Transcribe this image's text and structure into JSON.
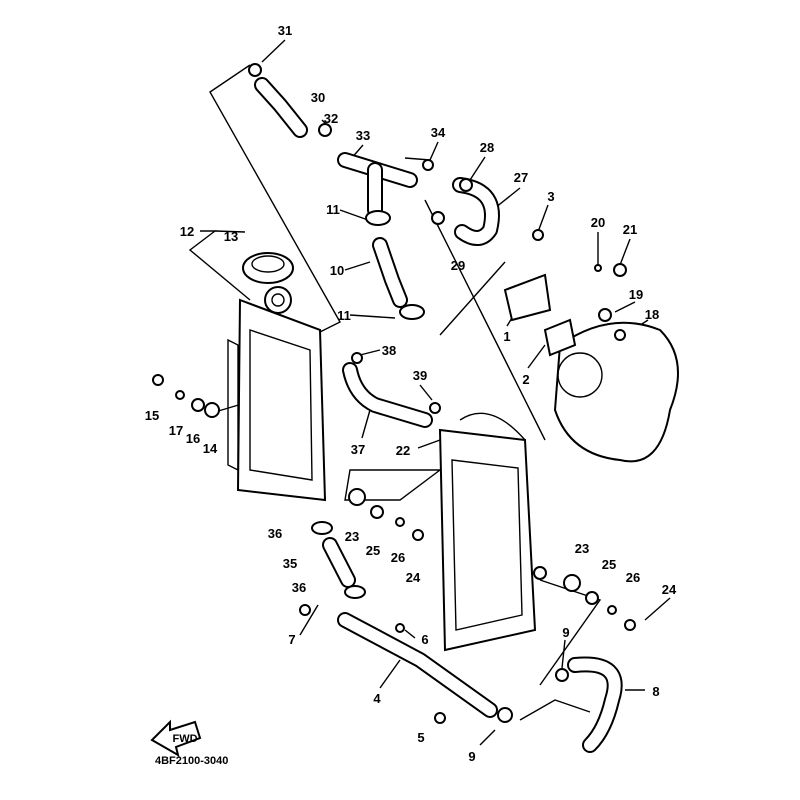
{
  "diagram": {
    "title_code": "4BF2100-3040",
    "fwd_label": "FWD",
    "callouts": [
      "31",
      "30",
      "32",
      "33",
      "34",
      "28",
      "27",
      "3",
      "20",
      "21",
      "11",
      "12",
      "13",
      "10",
      "29",
      "11",
      "19",
      "18",
      "1",
      "2",
      "38",
      "39",
      "15",
      "17",
      "16",
      "14",
      "37",
      "22",
      "36",
      "23",
      "25",
      "26",
      "24",
      "35",
      "36",
      "23",
      "25",
      "26",
      "24",
      "7",
      "6",
      "9",
      "8",
      "4",
      "5",
      "9"
    ]
  }
}
